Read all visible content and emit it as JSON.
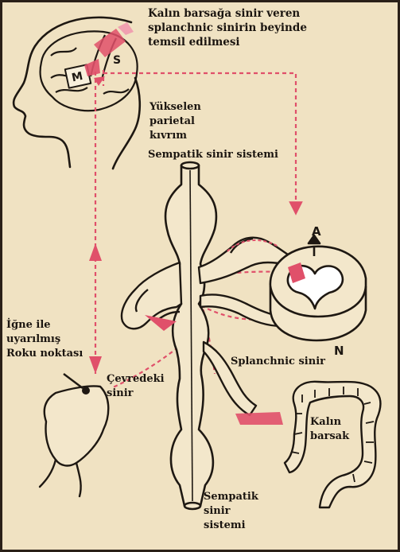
{
  "labels": {
    "brain_representation": [
      "Kalın barsağa sinir veren",
      "splanchnic sinirin beyinde",
      "temsil edilmesi"
    ],
    "parietal_gyrus": [
      "Yükselen",
      "parietal",
      "kıvrım"
    ],
    "sympathetic_top": "Sempatik sinir sistemi",
    "acupoint": [
      "İğne ile",
      "uyarılmış",
      "Roku noktası"
    ],
    "peripheral_nerve": [
      "Çevredeki",
      "sinir"
    ],
    "splanchnic_nerve": "Splanchnic sinir",
    "colon": [
      "Kalın",
      "barsak"
    ],
    "sympathetic_bottom": [
      "Sempatik",
      "sinir",
      "sistemi"
    ],
    "brain_letter_m": "M",
    "brain_letter_s": "S",
    "spinal_letter_a": "A",
    "spinal_letter_n": "N"
  },
  "colors": {
    "background": "#f0e2c2",
    "ink": "#1e1812",
    "pathway": "#e0506a",
    "highlight": "#f0a0b0"
  }
}
